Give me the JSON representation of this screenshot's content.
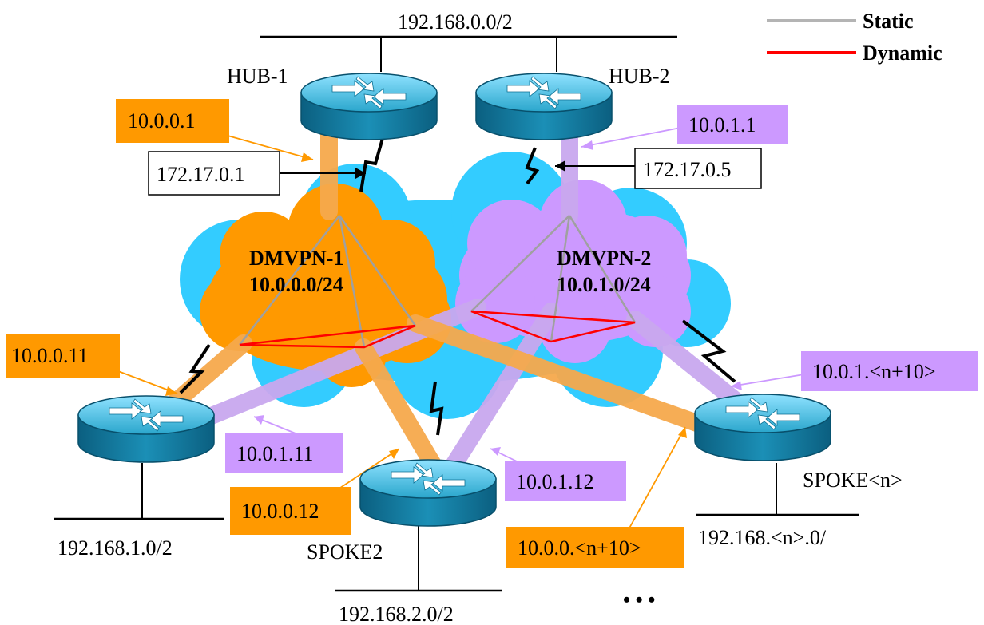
{
  "legend": {
    "static_label": "Static",
    "dynamic_label": "Dynamic",
    "static_color": "#b4b4b4",
    "dynamic_color": "#ff0000"
  },
  "networks": {
    "hub_lan": "192.168.0.0/2",
    "spoke1_lan": "192.168.1.0/2",
    "spoke2_lan": "192.168.2.0/2",
    "spoken_lan": "192.168.<n>.0/"
  },
  "routers": {
    "hub1": "HUB-1",
    "hub2": "HUB-2",
    "spoke2": "SPOKE2",
    "spoken": "SPOKE<n>"
  },
  "clouds": {
    "dmvpn1_name": "DMVPN-1",
    "dmvpn1_subnet": "10.0.0.0/24",
    "dmvpn2_name": "DMVPN-2",
    "dmvpn2_subnet": "10.0.1.0/24",
    "dmvpn1_color": "#ff9900",
    "dmvpn2_color": "#cc99ff",
    "internet_color": "#33ccff"
  },
  "addresses": {
    "hub1_tunnel": "10.0.0.1",
    "hub2_tunnel": "10.0.1.1",
    "hub1_public": "172.17.0.1",
    "hub2_public": "172.17.0.5",
    "spoke1_t1": "10.0.0.11",
    "spoke1_t2": "10.0.1.11",
    "spoke2_t1": "10.0.0.12",
    "spoke2_t2": "10.0.1.12",
    "spoken_t1": "10.0.0.<n+10>",
    "spoken_t2": "10.0.1.<n+10>"
  },
  "ellipsis": "• • •"
}
